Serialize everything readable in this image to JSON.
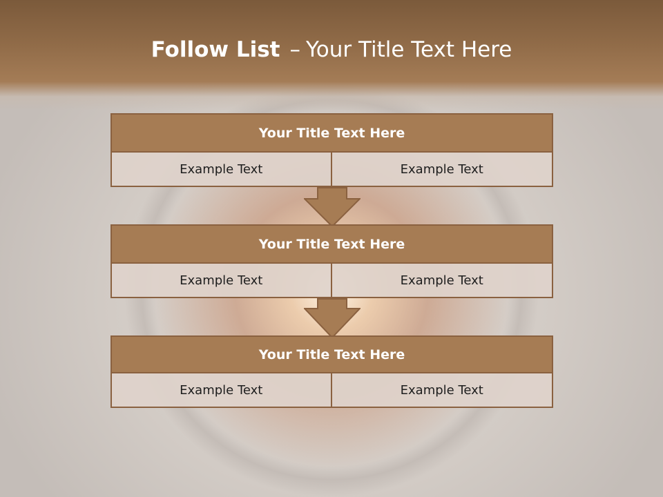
{
  "slide": {
    "title_bold": "Follow List",
    "title_separator": "–",
    "title_rest": "Your Title Text Here"
  },
  "blocks": [
    {
      "title": "Your Title Text Here",
      "cells": [
        "Example Text",
        "Example Text"
      ]
    },
    {
      "title": "Your Title Text Here",
      "cells": [
        "Example Text",
        "Example Text"
      ]
    },
    {
      "title": "Your Title Text Here",
      "cells": [
        "Example Text",
        "Example Text"
      ]
    }
  ],
  "colors": {
    "header_fill": "#a67c54",
    "border": "#8a6140",
    "cell_fill": "#ded3cb",
    "top_band": "#8f6a47"
  },
  "icons": [
    "down-arrow-icon"
  ]
}
